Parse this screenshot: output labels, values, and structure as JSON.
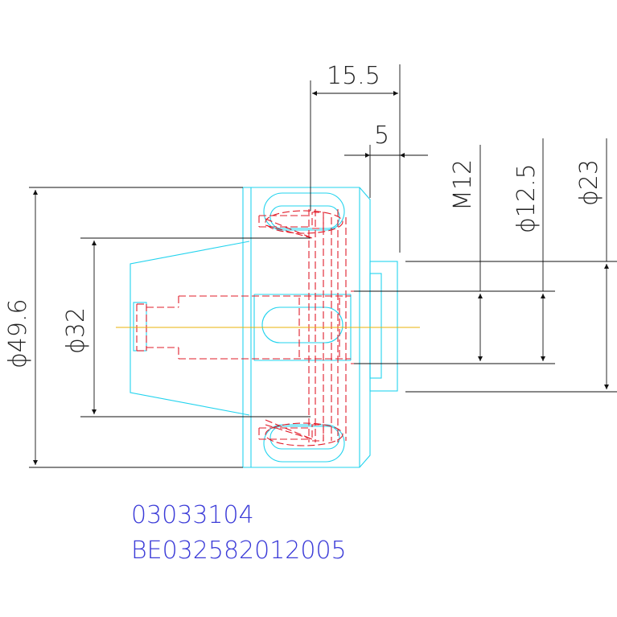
{
  "colors": {
    "background": "#ffffff",
    "dimension": "#111111",
    "outline": "#22d3ee",
    "hidden": "#e11d2a",
    "centerline": "#eab308",
    "text": "#3b3bd8"
  },
  "dimensions": {
    "width_overall": "15.5",
    "width_flange": "5",
    "thread": "M12",
    "bore": "ϕ12.5",
    "shank": "ϕ23",
    "outer_diameter": "ϕ49.6",
    "inner_diameter": "ϕ32"
  },
  "codes": {
    "part_number": "03033104",
    "drawing_number": "BE032582012005"
  }
}
